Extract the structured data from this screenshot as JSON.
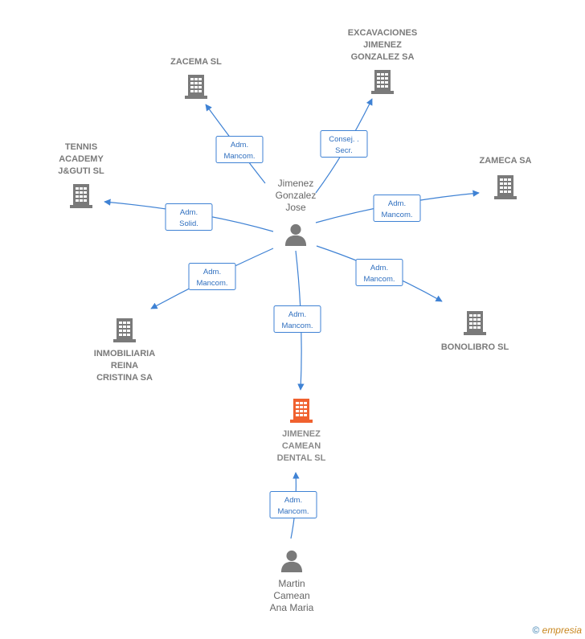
{
  "colors": {
    "edge": "#3f82d4",
    "node": "#7a7a7a",
    "focus": "#f0612f",
    "person": "#7a7a7a"
  },
  "nodes": [
    {
      "id": "jose",
      "kind": "person",
      "lines": [
        "Jimenez",
        "Gonzalez",
        "Jose"
      ]
    },
    {
      "id": "zacema",
      "kind": "company",
      "lines": [
        "ZACEMA SL"
      ]
    },
    {
      "id": "excav",
      "kind": "company",
      "lines": [
        "EXCAVACIONES",
        "JIMENEZ",
        "GONZALEZ SA"
      ]
    },
    {
      "id": "tennis",
      "kind": "company",
      "lines": [
        "TENNIS",
        "ACADEMY",
        "J&GUTI  SL"
      ]
    },
    {
      "id": "zameca",
      "kind": "company",
      "lines": [
        "ZAMECA SA"
      ]
    },
    {
      "id": "inmob",
      "kind": "company",
      "lines": [
        "INMOBILIARIA",
        "REINA",
        "CRISTINA SA"
      ]
    },
    {
      "id": "bonolibro",
      "kind": "company",
      "lines": [
        "BONOLIBRO SL"
      ]
    },
    {
      "id": "dental",
      "kind": "focus",
      "lines": [
        "JIMENEZ",
        "CAMEAN",
        "DENTAL  SL"
      ]
    },
    {
      "id": "martin",
      "kind": "person",
      "lines": [
        "Martin",
        "Camean",
        "Ana Maria"
      ]
    }
  ],
  "edges": [
    {
      "from": "jose",
      "to": "zacema",
      "label": [
        "Adm.",
        "Mancom."
      ]
    },
    {
      "from": "jose",
      "to": "excav",
      "label": [
        "Consej. .",
        "Secr."
      ]
    },
    {
      "from": "jose",
      "to": "tennis",
      "label": [
        "Adm.",
        "Solid."
      ]
    },
    {
      "from": "jose",
      "to": "zameca",
      "label": [
        "Adm.",
        "Mancom."
      ]
    },
    {
      "from": "jose",
      "to": "inmob",
      "label": [
        "Adm.",
        "Mancom."
      ]
    },
    {
      "from": "jose",
      "to": "bonolibro",
      "label": [
        "Adm.",
        "Mancom."
      ]
    },
    {
      "from": "jose",
      "to": "dental",
      "label": [
        "Adm.",
        "Mancom."
      ]
    },
    {
      "from": "martin",
      "to": "dental",
      "label": [
        "Adm.",
        "Mancom."
      ]
    }
  ],
  "copyright": {
    "symbol": "©",
    "brand": "mpresia",
    "brand_initial": "e"
  }
}
